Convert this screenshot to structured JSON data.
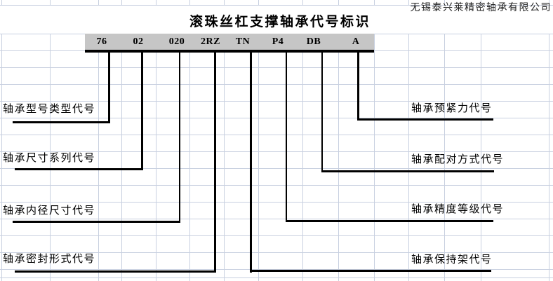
{
  "company_name": "无锡泰兴莱精密轴承有限公司",
  "title": "滚珠丝杠支撑轴承代号标识",
  "code_string": "76 02 020 2RZ TN P4 DB A",
  "code_segments": [
    {
      "code": "76",
      "meaning": "轴承型号类型代号"
    },
    {
      "code": "02",
      "meaning": "轴承尺寸系列代号"
    },
    {
      "code": "020",
      "meaning": "轴承内径尺寸代号"
    },
    {
      "code": "2RZ",
      "meaning": "轴承密封形式代号"
    },
    {
      "code": "TN",
      "meaning": "轴承保持架代号"
    },
    {
      "code": "P4",
      "meaning": "轴承精度等级代号"
    },
    {
      "code": "DB",
      "meaning": "轴承配对方式代号"
    },
    {
      "code": "A",
      "meaning": "轴承预紧力代号"
    }
  ],
  "colors": {
    "band_fill": "#c6c6c6",
    "grid_line": "#c8d0e0",
    "connector_line": "#000000",
    "background": "#ffffff"
  }
}
